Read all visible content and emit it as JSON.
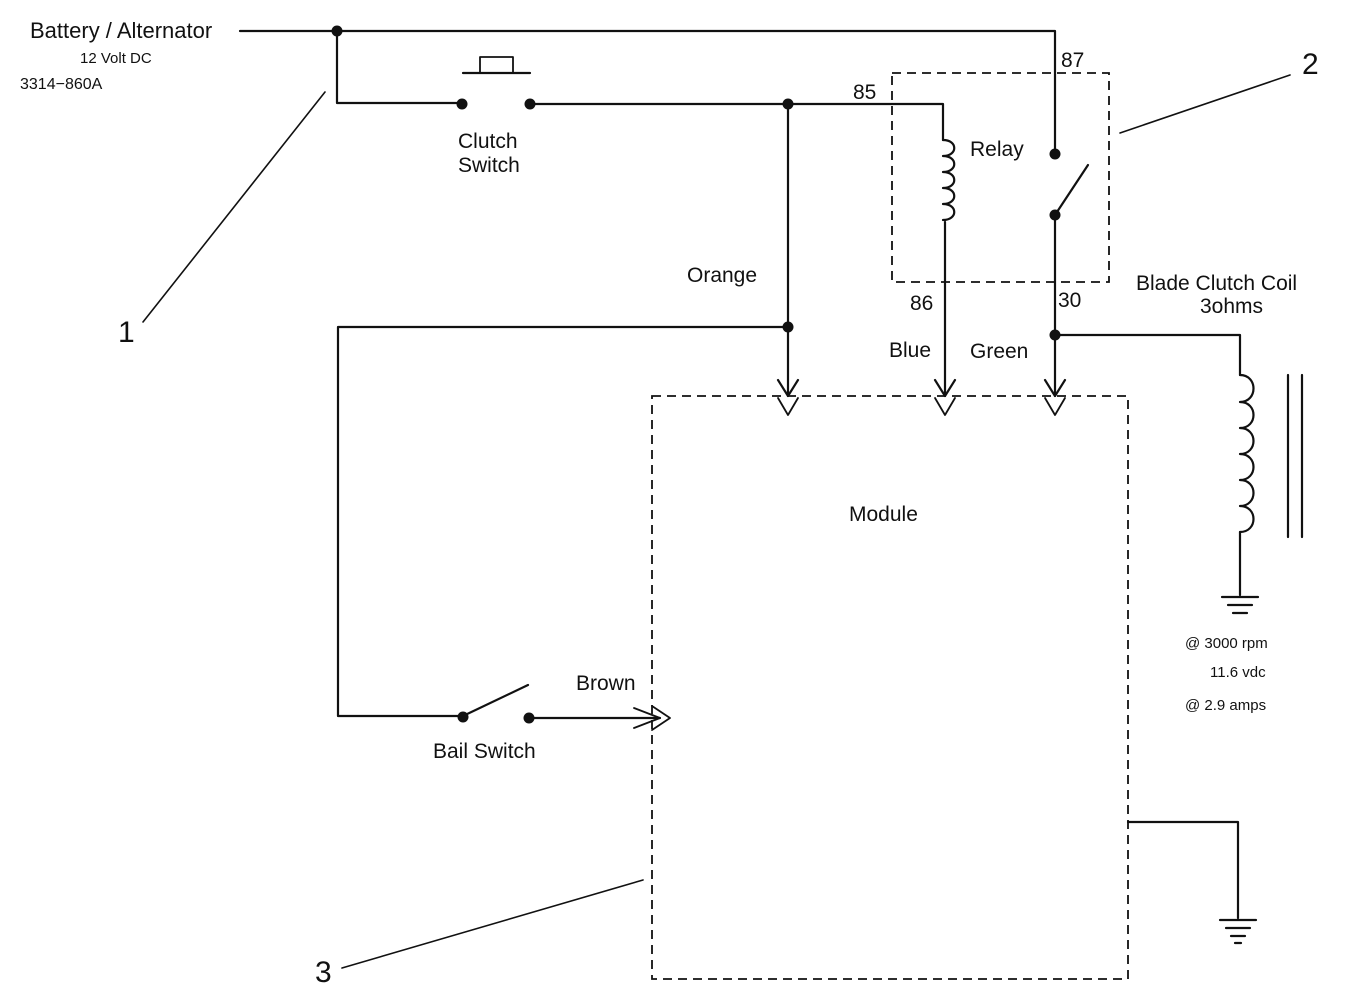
{
  "labels": {
    "battery": "Battery / Alternator",
    "voltage": "12 Volt DC",
    "part_number": "3314−860A",
    "clutch_switch_line1": "Clutch",
    "clutch_switch_line2": "Switch",
    "relay": "Relay",
    "pin_85": "85",
    "pin_86": "86",
    "pin_87": "87",
    "pin_30": "30",
    "orange": "Orange",
    "blue": "Blue",
    "green": "Green",
    "brown": "Brown",
    "module": "Module",
    "bail_switch": "Bail Switch",
    "coil_line1": "Blade Clutch Coil",
    "coil_line2": "3ohms",
    "spec_rpm": "@ 3000 rpm",
    "spec_vdc": "11.6 vdc",
    "spec_amps": "@ 2.9 amps"
  },
  "callouts": [
    "1",
    "2",
    "3"
  ]
}
